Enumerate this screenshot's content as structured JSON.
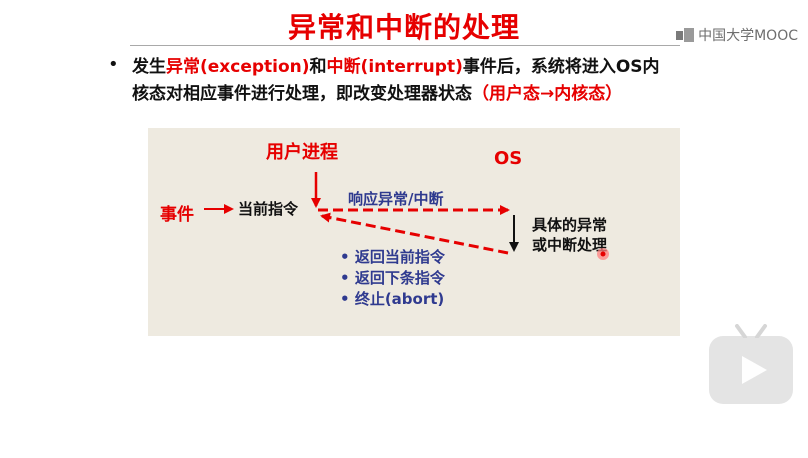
{
  "slide": {
    "title": "异常和中断的处理",
    "watermark": "中国大学MOOC",
    "bullet": {
      "line1_prefix": "发生",
      "line1_exception": "异常(exception)",
      "line1_and": "和",
      "line1_interrupt": "中断(interrupt)",
      "line1_suffix": "事件后，系统将进入OS内",
      "line2_prefix": "核态对相应事件进行处理，即改变处理器状态",
      "line2_highlight": "（用户态→内核态）"
    }
  },
  "diagram": {
    "user_process_label": "用户进程",
    "os_label": "OS",
    "event_label": "事件",
    "current_instruction_label": "当前指令",
    "response_label": "响应异常/中断",
    "handling_line1": "具体的异常",
    "handling_line2": "或中断处理",
    "return_options": [
      "返回当前指令",
      "返回下条指令",
      "终止(abort)"
    ]
  },
  "colors": {
    "accent_red": "#e60000",
    "label_blue": "#2f3a8f",
    "panel_bg": "#eeeae0"
  },
  "icons": {
    "play": "play-icon",
    "cursor": "cursor-icon",
    "watermark": "mooc-logo-icon"
  }
}
